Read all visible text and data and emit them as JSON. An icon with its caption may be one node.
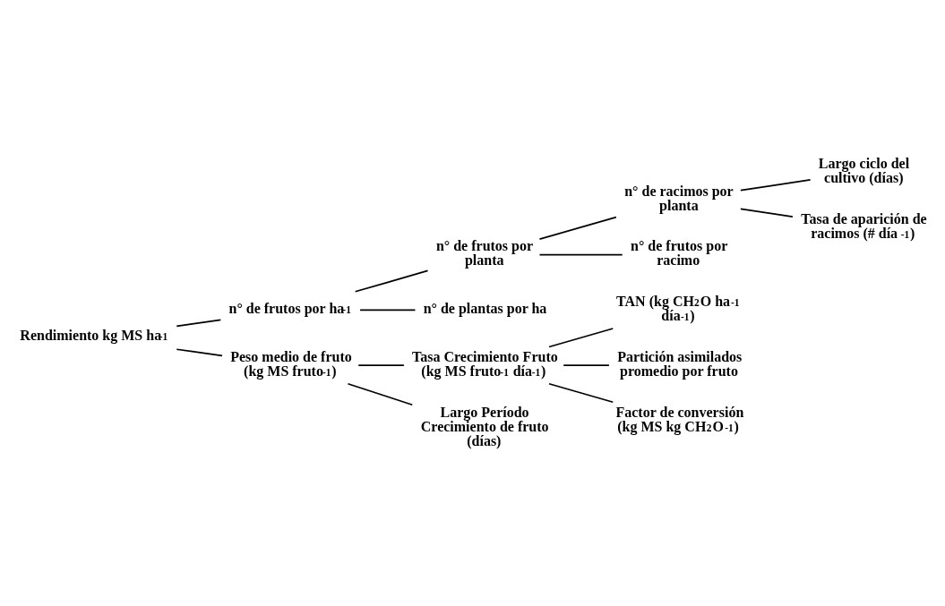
{
  "diagram": {
    "nodes": [
      {
        "text": [
          "Rendimiento kg MS ha$^{-1}$"
        ]
      },
      {
        "text": [
          "n° de frutos por ha$^{-1}$"
        ]
      },
      {
        "text": [
          "Peso medio de fruto (kg MS fruto$^{-1}$)"
        ]
      },
      {
        "text": [
          "n° de frutos por planta"
        ]
      },
      {
        "text": [
          "n° de plantas por ha"
        ]
      },
      {
        "text": [
          "n° de racimos por planta"
        ]
      },
      {
        "text": [
          "n° de frutos por racimo"
        ]
      },
      {
        "text": [
          "Largo ciclo del cultivo (días)"
        ]
      },
      {
        "text": [
          "Tasa de aparición de racimos (# día $^{-1}$)"
        ]
      },
      {
        "text": [
          "Tasa Crecimiento Fruto (kg MS fruto$^{-1}$ día$^{-1}$)"
        ]
      },
      {
        "text": [
          "Largo Período Crecimiento de fruto (días)"
        ]
      },
      {
        "text": [
          "TAN (kg CH$_{2}$O ha$^{-1}$ día$^{-1}$)"
        ]
      },
      {
        "text": [
          "Partición asimilados promedio por fruto"
        ]
      },
      {
        "text": [
          "Factor de conversión (kg MS kg CH$_{2}$O$^{-1}$)"
        ]
      }
    ],
    "edges": [
      {
        "from": 0,
        "to": 1,
        "arrow": "none"
      },
      {
        "from": 0,
        "to": 2,
        "arrow": "none"
      },
      {
        "from": 1,
        "to": 3,
        "arrow": "none"
      },
      {
        "from": 1,
        "to": 4,
        "arrow": "none"
      },
      {
        "from": 3,
        "to": 5,
        "arrow": "none"
      },
      {
        "from": 3,
        "to": 6,
        "arrow": "none"
      },
      {
        "from": 5,
        "to": 7,
        "arrow": "none"
      },
      {
        "from": 5,
        "to": 8,
        "arrow": "none"
      },
      {
        "from": 2,
        "to": 9,
        "arrow": "none"
      },
      {
        "from": 2,
        "to": 10,
        "arrow": "none"
      },
      {
        "from": 9,
        "to": 11,
        "arrow": "none"
      },
      {
        "from": 9,
        "to": 12,
        "arrow": "none"
      },
      {
        "from": 9,
        "to": 13,
        "arrow": "none"
      }
    ]
  }
}
